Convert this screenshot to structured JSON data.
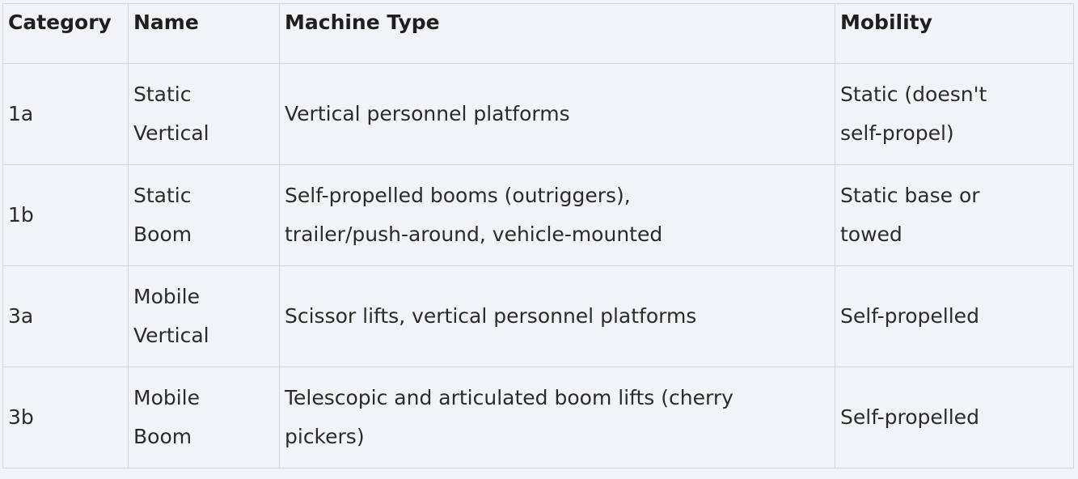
{
  "table": {
    "headers": [
      "Category",
      "Name",
      "Machine Type",
      "Mobility"
    ],
    "rows": [
      [
        "1a",
        "Static\nVertical",
        "Vertical personnel platforms",
        "Static (doesn't\nself-propel)"
      ],
      [
        "1b",
        "Static\nBoom",
        "Self-propelled booms (outriggers),\ntrailer/push-around, vehicle-mounted",
        "Static base or\ntowed"
      ],
      [
        "3a",
        "Mobile\nVertical",
        "Scissor lifts, vertical personnel platforms",
        "Self-propelled"
      ],
      [
        "3b",
        "Mobile\nBoom",
        "Telescopic and articulated boom lifts (cherry\npickers)",
        "Self-propelled"
      ]
    ]
  }
}
